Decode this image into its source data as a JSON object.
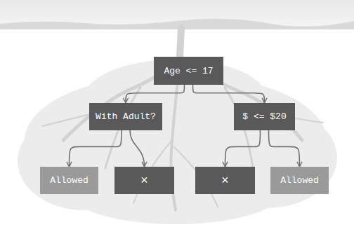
{
  "diagram": {
    "nodes": [
      {
        "text": [
          "Age <= 17"
        ]
      },
      {
        "text": [
          "With Adult?"
        ]
      },
      {
        "text": [
          "$ <= $20"
        ]
      },
      {
        "text": [
          "Allowed"
        ]
      },
      {
        "text": [
          "×"
        ]
      },
      {
        "text": [
          "×"
        ]
      },
      {
        "text": [
          "Allowed"
        ]
      }
    ],
    "edges": [
      {
        "from": 0,
        "to": 1,
        "arrow": "to"
      },
      {
        "from": 0,
        "to": 2,
        "arrow": "to"
      },
      {
        "from": 1,
        "to": 3,
        "arrow": "to"
      },
      {
        "from": 1,
        "to": 4,
        "arrow": "to"
      },
      {
        "from": 2,
        "to": 5,
        "arrow": "to"
      },
      {
        "from": 2,
        "to": 6,
        "arrow": "to"
      }
    ]
  }
}
